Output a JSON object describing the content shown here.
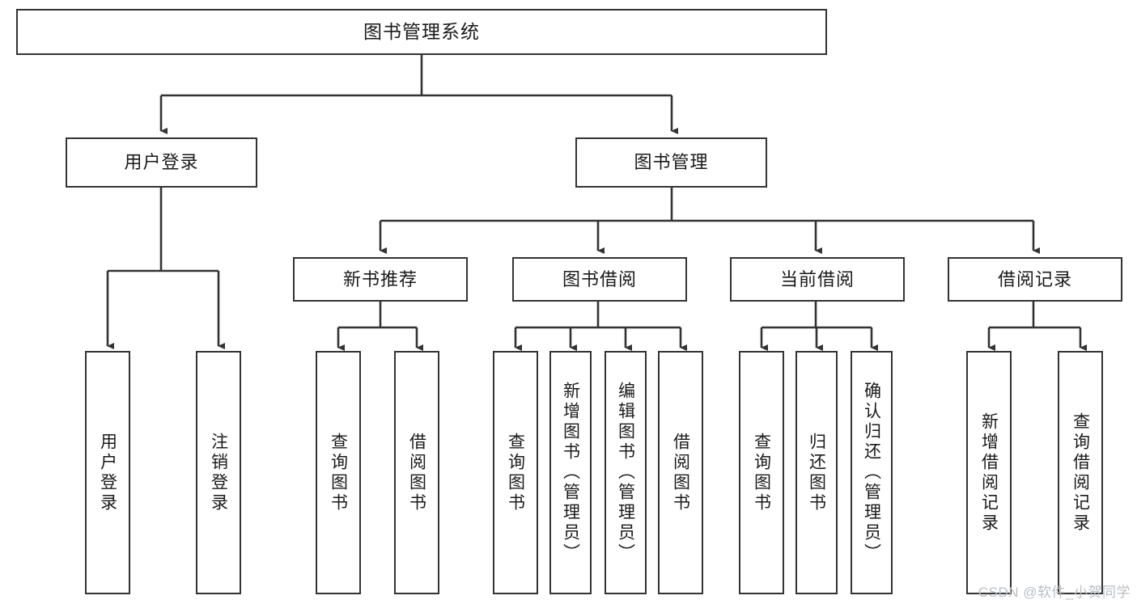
{
  "diagram": {
    "title": "图书管理系统",
    "type": "function-structure-tree",
    "theme": {
      "background": "#ffffff",
      "box_border": "#333333",
      "box_fill": "#ffffff",
      "text": "#1a1a1a",
      "connector": "#333333",
      "watermark": "#b9bec4"
    },
    "watermark": "CSDN @软件_小贺同学",
    "nodes": {
      "root": {
        "label": "图书管理系统"
      },
      "level1": [
        {
          "id": "user-login",
          "label": "用户登录"
        },
        {
          "id": "book-manage",
          "label": "图书管理"
        }
      ],
      "level2": [
        {
          "id": "new-book-recommend",
          "label": "新书推荐"
        },
        {
          "id": "book-borrow",
          "label": "图书借阅"
        },
        {
          "id": "current-borrow",
          "label": "当前借阅"
        },
        {
          "id": "borrow-record",
          "label": "借阅记录"
        }
      ],
      "leaves": {
        "user-login": [
          {
            "id": "leaf-user-login",
            "label": "用户登录"
          },
          {
            "id": "leaf-logout-login",
            "label": "注销登录"
          }
        ],
        "new-book-recommend": [
          {
            "id": "leaf-query-book-1",
            "label": "查询图书"
          },
          {
            "id": "leaf-borrow-book-1",
            "label": "借阅图书"
          }
        ],
        "book-borrow": [
          {
            "id": "leaf-query-book-2",
            "label": "查询图书"
          },
          {
            "id": "leaf-add-book",
            "label": "新增图书（管理员）"
          },
          {
            "id": "leaf-edit-book",
            "label": "编辑图书（管理员）"
          },
          {
            "id": "leaf-borrow-book-2",
            "label": "借阅图书"
          }
        ],
        "current-borrow": [
          {
            "id": "leaf-query-book-3",
            "label": "查询图书"
          },
          {
            "id": "leaf-return-book",
            "label": "归还图书"
          },
          {
            "id": "leaf-confirm-return",
            "label": "确认归还（管理员）"
          }
        ],
        "borrow-record": [
          {
            "id": "leaf-add-record",
            "label": "新增借阅记录"
          },
          {
            "id": "leaf-query-record",
            "label": "查询借阅记录"
          }
        ]
      }
    }
  }
}
